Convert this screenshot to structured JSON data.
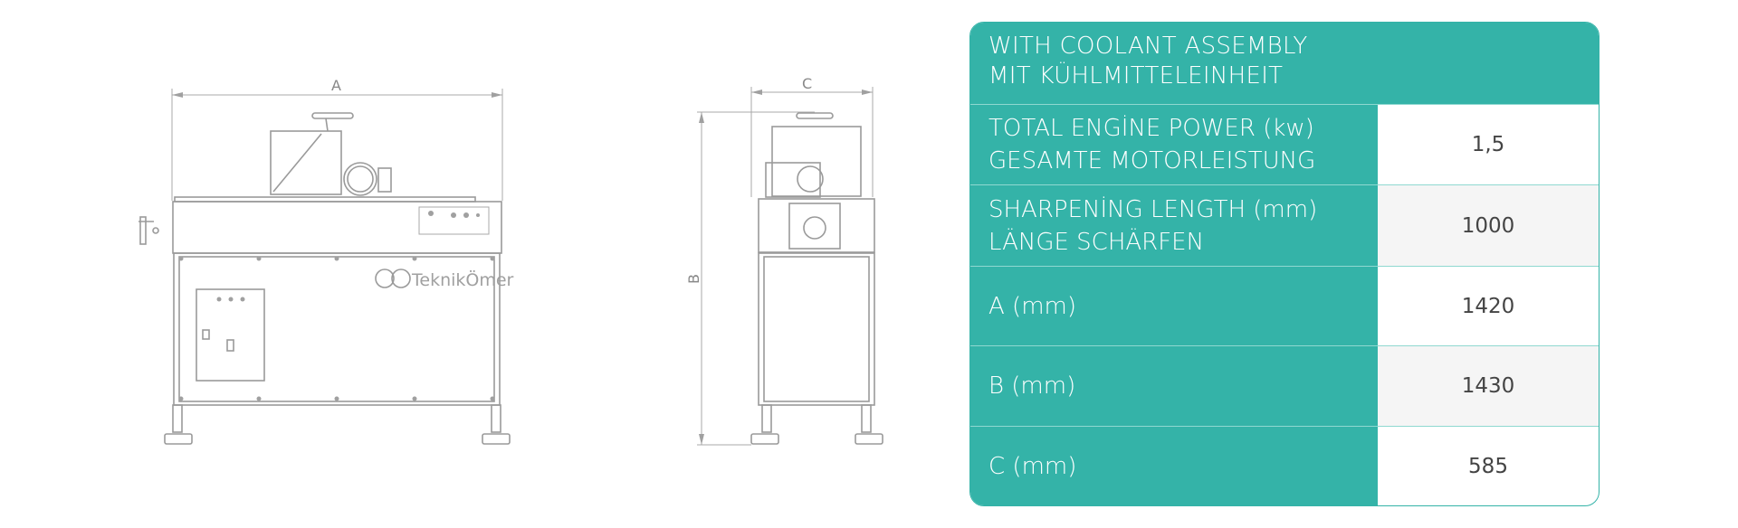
{
  "drawing": {
    "dim_a": "A",
    "dim_b": "B",
    "dim_c": "C",
    "logo_text": "TeknikÖmer"
  },
  "spec": {
    "title_lines": [
      "WITH COOLANT ASSEMBLY",
      "MIT KÜHLMITTELEINHEIT"
    ],
    "rows": [
      {
        "label": [
          "TOTAL ENGİNE POWER (kw)",
          "GESAMTE MOTORLEISTUNG"
        ],
        "value": "1,5"
      },
      {
        "label": [
          "SHARPENİNG LENGTH (mm)",
          "LÄNGE SCHÄRFEN"
        ],
        "value": "1000"
      },
      {
        "label": [
          "A (mm)"
        ],
        "value": "1420"
      },
      {
        "label": [
          "B (mm)"
        ],
        "value": "1430"
      },
      {
        "label": [
          "C (mm)"
        ],
        "value": "585"
      }
    ],
    "colors": {
      "accent": "#34b3a8",
      "alt_row": "#f5f5f5"
    }
  }
}
